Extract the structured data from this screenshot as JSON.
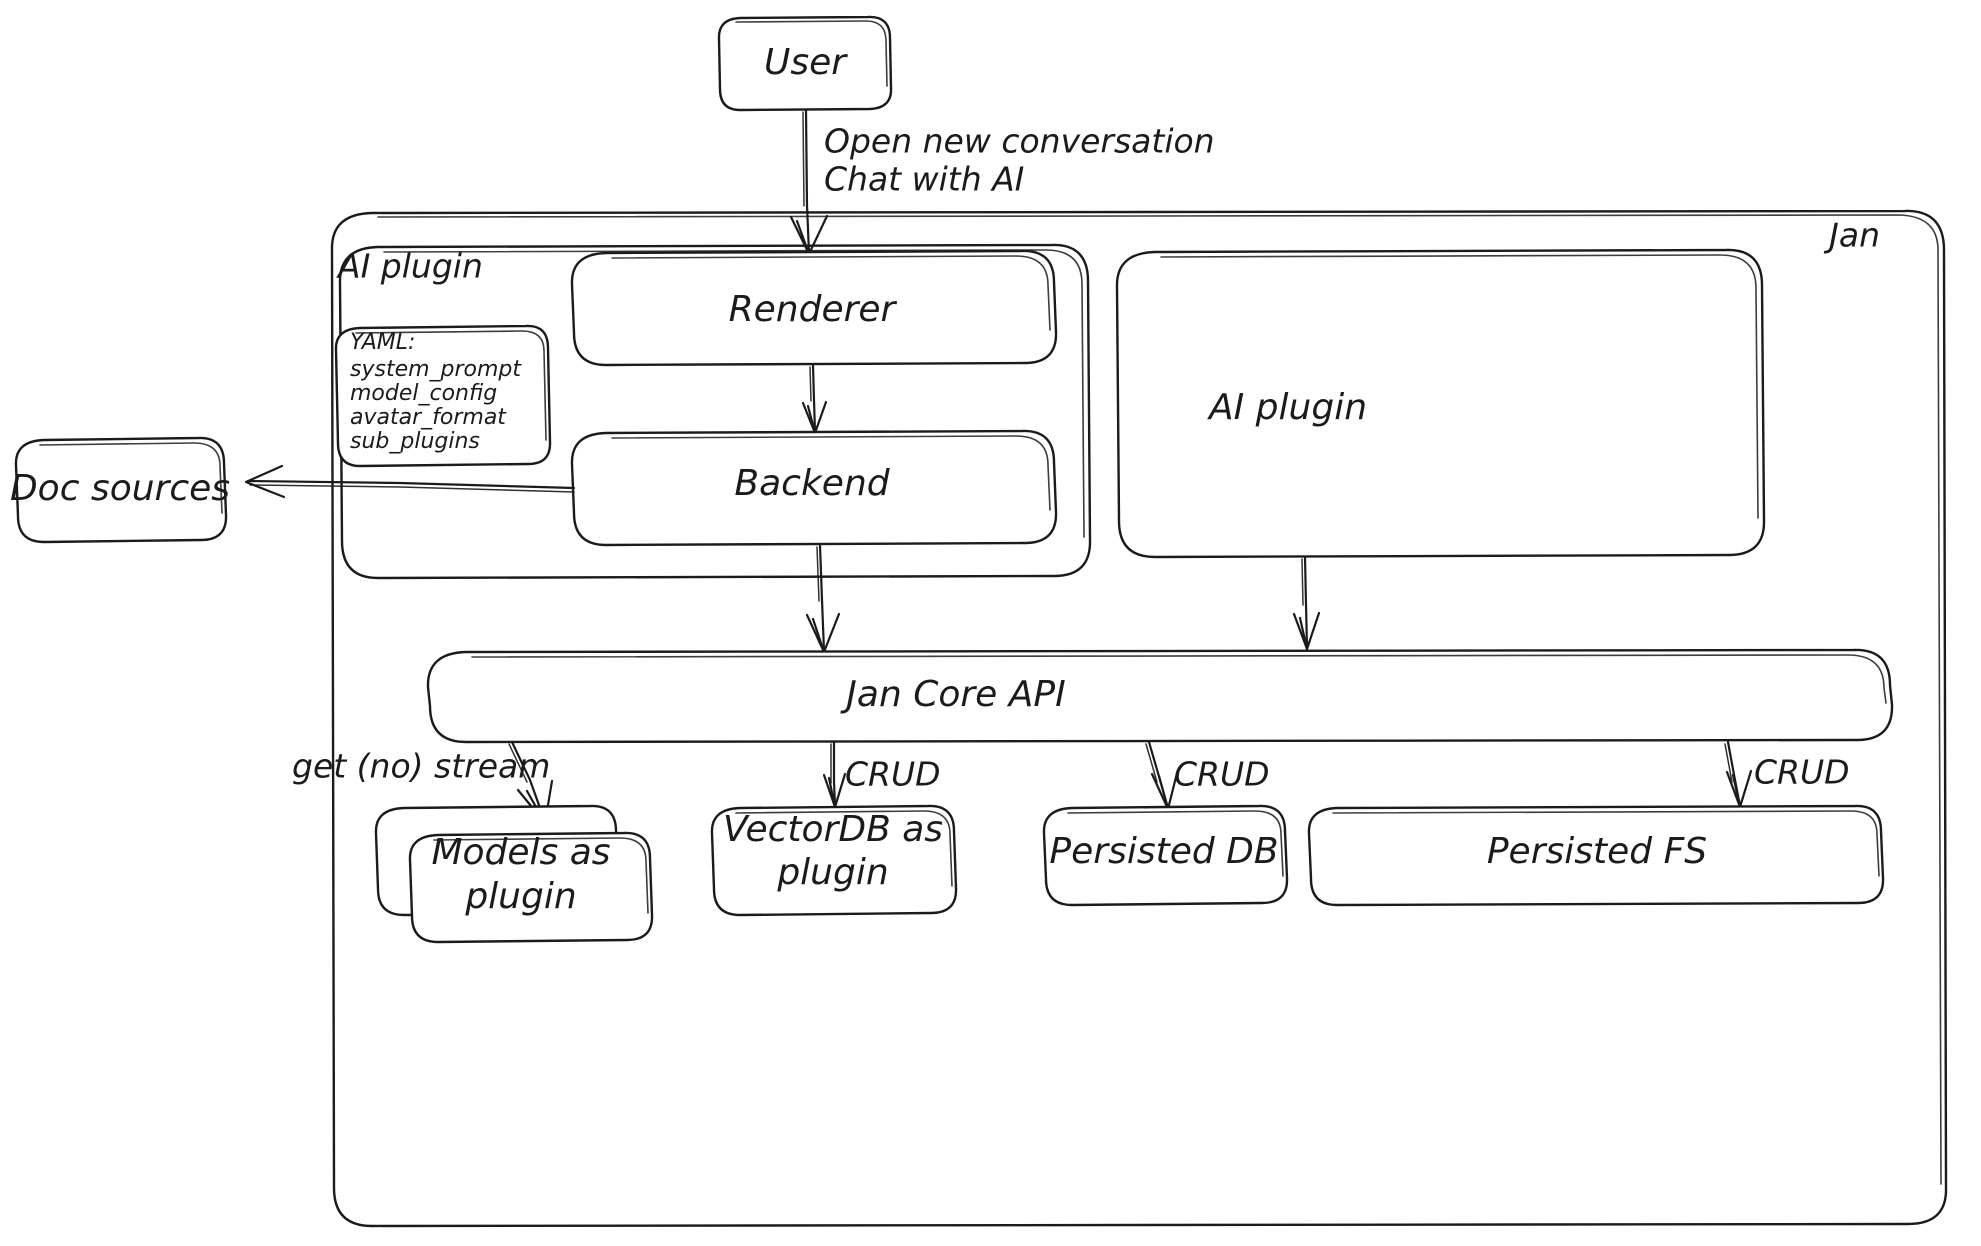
{
  "diagram": {
    "title": "Jan architecture",
    "style": "hand-drawn sketch",
    "stroke_color": "#1b1b1b",
    "background_color": "#ffffff"
  },
  "nodes": {
    "user": {
      "label": "User"
    },
    "doc_sources": {
      "label": "Doc sources"
    },
    "jan_container": {
      "label": "Jan"
    },
    "ai_plugin_container": {
      "label": "AI plugin"
    },
    "yaml_card": {
      "title": "YAML:",
      "lines": [
        "system_prompt",
        "model_config",
        "avatar_format",
        "sub_plugins"
      ]
    },
    "renderer": {
      "label": "Renderer"
    },
    "backend": {
      "label": "Backend"
    },
    "ai_plugin_right": {
      "label": "AI plugin"
    },
    "jan_core_api": {
      "label": "Jan Core API"
    },
    "models_as_plugin": {
      "label_line1": "Models as",
      "label_line2": "plugin"
    },
    "vectordb_as_plugin": {
      "label_line1": "VectorDB as",
      "label_line2": "plugin"
    },
    "persisted_db": {
      "label": "Persisted DB"
    },
    "persisted_fs": {
      "label": "Persisted FS"
    }
  },
  "edges": {
    "user_to_renderer": {
      "label_line1": "Open new conversation",
      "label_line2": "Chat with AI",
      "from": "User",
      "to": "Renderer"
    },
    "renderer_to_backend": {
      "label": "",
      "from": "Renderer",
      "to": "Backend"
    },
    "backend_to_doc_sources": {
      "label": "",
      "from": "Backend",
      "to": "Doc sources"
    },
    "backend_to_core": {
      "label": "",
      "from": "Backend",
      "to": "Jan Core API"
    },
    "ai_plugin_to_core": {
      "label": "",
      "from": "AI plugin",
      "to": "Jan Core API"
    },
    "core_to_models": {
      "label": "get (no) stream",
      "from": "Jan Core API",
      "to": "Models as plugin"
    },
    "core_to_vectordb": {
      "label": "CRUD",
      "from": "Jan Core API",
      "to": "VectorDB as plugin"
    },
    "core_to_persisted_db": {
      "label": "CRUD",
      "from": "Jan Core API",
      "to": "Persisted DB"
    },
    "core_to_persisted_fs": {
      "label": "CRUD",
      "from": "Jan Core API",
      "to": "Persisted FS"
    }
  }
}
